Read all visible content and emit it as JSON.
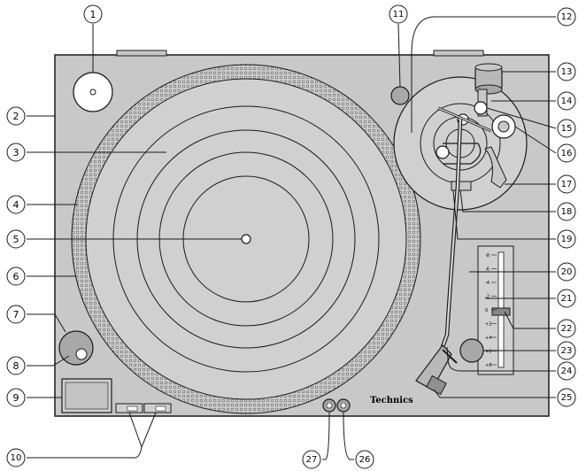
{
  "brand": "Technics",
  "callouts": [
    "1",
    "2",
    "3",
    "4",
    "5",
    "6",
    "7",
    "8",
    "9",
    "10",
    "11",
    "12",
    "13",
    "14",
    "15",
    "16",
    "17",
    "18",
    "19",
    "20",
    "21",
    "22",
    "23",
    "24",
    "25",
    "26",
    "27"
  ],
  "pitch_scale": [
    "-8",
    "-6",
    "-4",
    "-2",
    "0",
    "+2",
    "+4",
    "+6",
    "+8"
  ],
  "colors": {
    "body": "#c8c8c8",
    "outline": "#1a1a1a",
    "platter": "#d0d0d0"
  }
}
